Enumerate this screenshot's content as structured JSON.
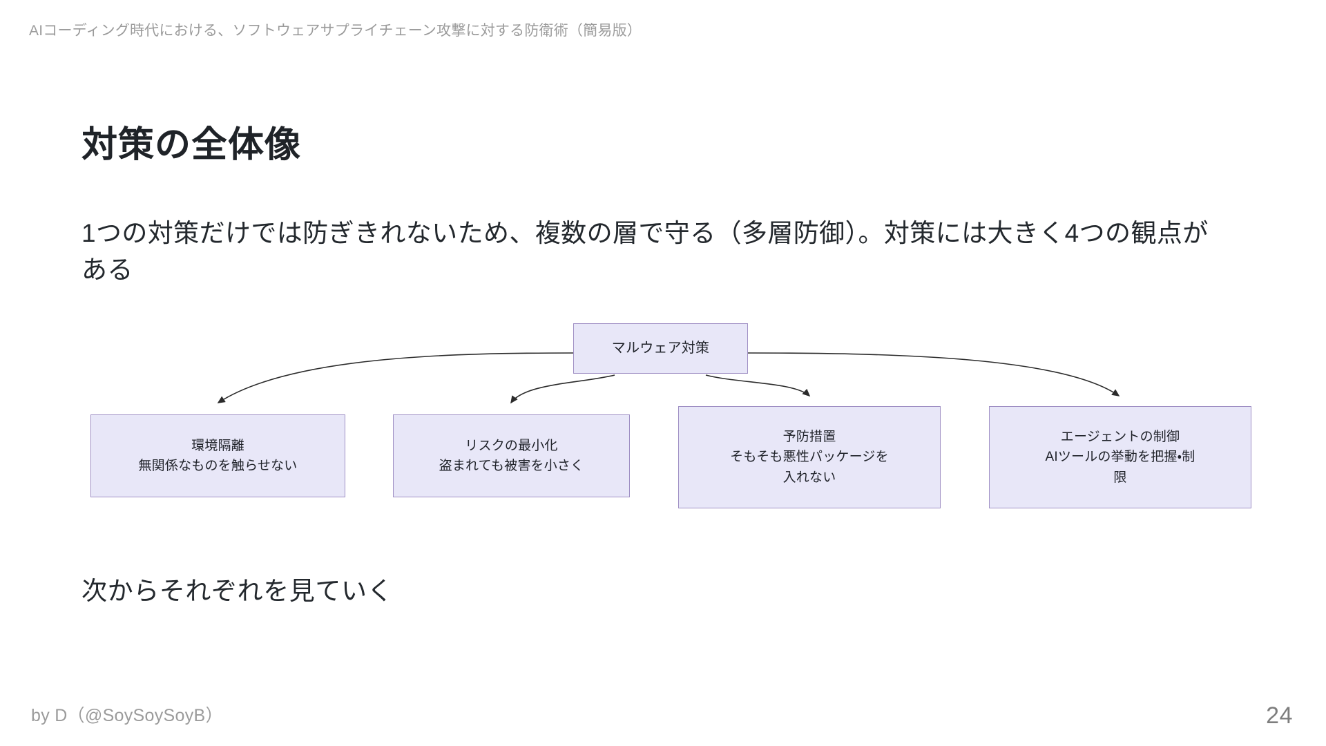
{
  "header": {
    "text": "AIコーディング時代における、ソフトウェアサプライチェーン攻撃に対する防衛術（簡易版）"
  },
  "title": "対策の全体像",
  "lead": "1つの対策だけでは防ぎきれないため、複数の層で守る（多層防御）。対策には大きく4つの観点がある",
  "diagram": {
    "root": {
      "label": "マルウェア対策"
    },
    "children": [
      {
        "heading": "環境隔離",
        "detail": "無関係なものを触らせない"
      },
      {
        "heading": "リスクの最小化",
        "detail": "盗まれても被害を小さく"
      },
      {
        "heading": "予防措置",
        "detail_1": "そもそも悪性パッケージを",
        "detail_2": "入れない"
      },
      {
        "heading": "エージェントの制御",
        "detail_1": "AIツールの挙動を把握・制",
        "detail_2": "限"
      }
    ],
    "colors": {
      "node_fill": "#e8e7f8",
      "node_border": "#9f8fc4",
      "connector": "#2b2b2b"
    }
  },
  "closing": "次からそれぞれを見ていく",
  "footer": {
    "credit": "by D（@SoySoySoyB）",
    "page_number": "24"
  }
}
